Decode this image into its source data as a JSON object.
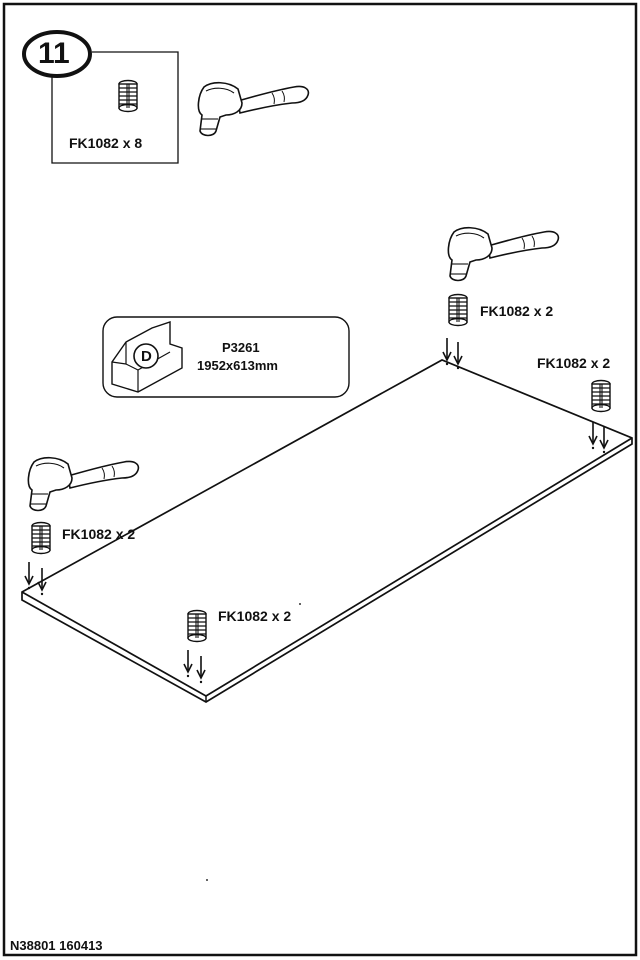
{
  "step": {
    "number": "11"
  },
  "parts_box": {
    "quantity_label": "FK1082 x 8"
  },
  "panel_part": {
    "letter": "D",
    "code": "P3261",
    "dimensions": "1952x613mm"
  },
  "callouts": [
    {
      "id": "top-right",
      "label": "FK1082 x 2"
    },
    {
      "id": "right",
      "label": "FK1082 x 2"
    },
    {
      "id": "left",
      "label": "FK1082 x 2"
    },
    {
      "id": "bottom-middle",
      "label": "FK1082 x 2"
    }
  ],
  "icons": [
    "dowel-icon",
    "hammer-icon",
    "arrow-down-icon",
    "panel-icon"
  ],
  "footer": {
    "code": "N38801 160413"
  },
  "colors": {
    "ink": "#111111",
    "paper": "#ffffff"
  }
}
